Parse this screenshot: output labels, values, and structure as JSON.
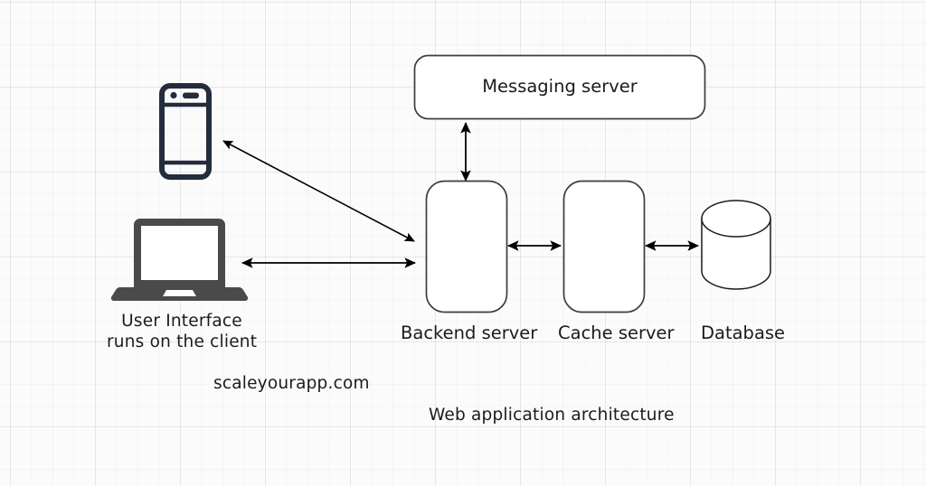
{
  "diagram": {
    "title": "Web application architecture",
    "watermark": "scaleyourapp.com",
    "nodes": {
      "messaging_server": {
        "label": "Messaging server",
        "shape": "rounded-rect"
      },
      "backend_server": {
        "label": "Backend server",
        "shape": "rounded-rect"
      },
      "cache_server": {
        "label": "Cache server",
        "shape": "rounded-rect"
      },
      "database": {
        "label": "Database",
        "shape": "cylinder"
      },
      "mobile_client": {
        "label": "mobile-phone-icon",
        "shape": "phone"
      },
      "desktop_client": {
        "label": "laptop-icon",
        "shape": "laptop"
      }
    },
    "client_caption": {
      "line1": "User Interface",
      "line2": "runs on the client"
    },
    "connections": [
      {
        "from": "mobile_client",
        "to": "backend_server",
        "type": "bidirectional"
      },
      {
        "from": "desktop_client",
        "to": "backend_server",
        "type": "bidirectional"
      },
      {
        "from": "backend_server",
        "to": "messaging_server",
        "type": "bidirectional"
      },
      {
        "from": "backend_server",
        "to": "cache_server",
        "type": "bidirectional"
      },
      {
        "from": "cache_server",
        "to": "database",
        "type": "bidirectional"
      }
    ],
    "colors": {
      "background": "#fbfbfb",
      "grid_minor": "#efefef",
      "grid_major": "#e3e3e3",
      "node_stroke": "#3d3d3d",
      "node_fill": "#ffffff",
      "arrow": "#000000",
      "phone": "#242d3c",
      "laptop": "#4a4a4a",
      "text": "#1b1b1b"
    }
  }
}
